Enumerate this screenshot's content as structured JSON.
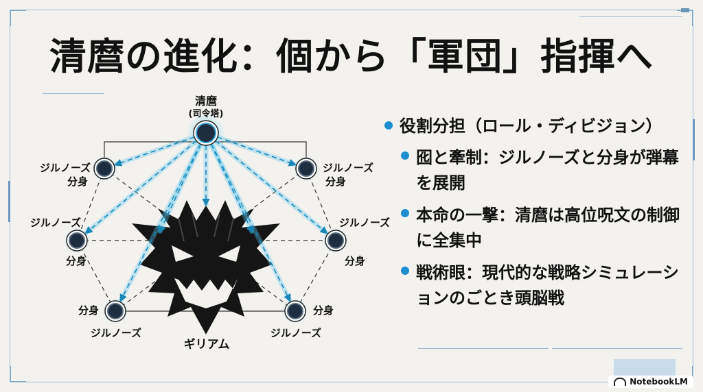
{
  "title": "清麿の進化：個から「軍団」指揮へ",
  "diagram": {
    "commander": {
      "name": "清麿",
      "role": "(司令塔)"
    },
    "clones": [
      {
        "line1": "ジルノーズ",
        "line2": "分身"
      },
      {
        "line1": "ジルノーズ",
        "line2": "分身"
      },
      {
        "line1": "ジルノーズ",
        "line2": "分身"
      },
      {
        "line1": "ジルノーズ",
        "line2": "分身"
      },
      {
        "line1": "分身",
        "line2": "ジルノーズ"
      },
      {
        "line1": "分身",
        "line2": "ジルノーズ"
      }
    ],
    "enemy": "ギリアム"
  },
  "bullets": {
    "main": "役割分担（ロール・ディビジョン）",
    "items": [
      "囮と牽制：ジルノーズと分身が弾幕を展開",
      "本命の一撃：清麿は高位呪文の制御に全集中",
      "戦術眼：現代的な戦略シミュレーションのごとき頭脳戦"
    ]
  },
  "logo": "NotebookLM",
  "colors": {
    "accent": "#1d8fd0",
    "beam": "#5cc7ef",
    "node": "#1e2e40"
  }
}
